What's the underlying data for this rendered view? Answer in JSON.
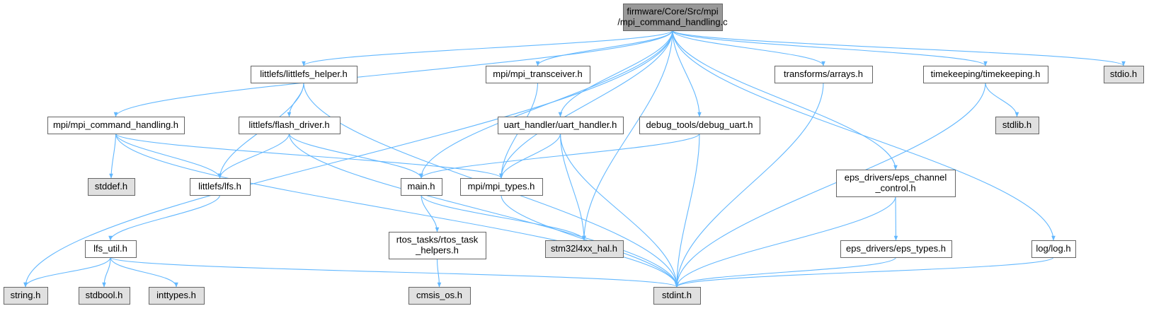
{
  "colors": {
    "root_fill": "#999999",
    "documented_fill": "#ffffff",
    "external_fill": "#e0e0e0",
    "edge": "#63b8ff",
    "border": "#666666"
  },
  "nodes": [
    {
      "id": "root",
      "lines": [
        "firmware/Core/Src/mpi",
        "/mpi_command_handling.c"
      ],
      "kind": "root"
    },
    {
      "id": "string",
      "lines": [
        "string.h"
      ],
      "kind": "external"
    },
    {
      "id": "mpi_cmd_h",
      "lines": [
        "mpi/mpi_command_handling.h"
      ],
      "kind": "documented"
    },
    {
      "id": "littlefs_helper",
      "lines": [
        "littlefs/littlefs_helper.h"
      ],
      "kind": "documented"
    },
    {
      "id": "main",
      "lines": [
        "main.h"
      ],
      "kind": "documented"
    },
    {
      "id": "mpi_types",
      "lines": [
        "mpi/mpi_types.h"
      ],
      "kind": "documented"
    },
    {
      "id": "mpi_transceiver",
      "lines": [
        "mpi/mpi_transceiver.h"
      ],
      "kind": "documented"
    },
    {
      "id": "uart_handler",
      "lines": [
        "uart_handler/uart_handler.h"
      ],
      "kind": "documented"
    },
    {
      "id": "debug_uart",
      "lines": [
        "debug_tools/debug_uart.h"
      ],
      "kind": "documented"
    },
    {
      "id": "stm32",
      "lines": [
        "stm32l4xx_hal.h"
      ],
      "kind": "external"
    },
    {
      "id": "arrays",
      "lines": [
        "transforms/arrays.h"
      ],
      "kind": "documented"
    },
    {
      "id": "eps_channel",
      "lines": [
        "eps_drivers/eps_channel",
        "_control.h"
      ],
      "kind": "documented"
    },
    {
      "id": "timekeeping",
      "lines": [
        "timekeeping/timekeeping.h"
      ],
      "kind": "documented"
    },
    {
      "id": "log",
      "lines": [
        "log/log.h"
      ],
      "kind": "documented"
    },
    {
      "id": "stdio",
      "lines": [
        "stdio.h"
      ],
      "kind": "external"
    },
    {
      "id": "stddef",
      "lines": [
        "stddef.h"
      ],
      "kind": "external"
    },
    {
      "id": "lfs",
      "lines": [
        "littlefs/lfs.h"
      ],
      "kind": "documented"
    },
    {
      "id": "stdint",
      "lines": [
        "stdint.h"
      ],
      "kind": "external"
    },
    {
      "id": "flash_driver",
      "lines": [
        "littlefs/flash_driver.h"
      ],
      "kind": "documented"
    },
    {
      "id": "lfs_util",
      "lines": [
        "lfs_util.h"
      ],
      "kind": "documented"
    },
    {
      "id": "stdbool",
      "lines": [
        "stdbool.h"
      ],
      "kind": "external"
    },
    {
      "id": "inttypes",
      "lines": [
        "inttypes.h"
      ],
      "kind": "external"
    },
    {
      "id": "rtos_helpers",
      "lines": [
        "rtos_tasks/rtos_task",
        "_helpers.h"
      ],
      "kind": "documented"
    },
    {
      "id": "cmsis_os",
      "lines": [
        "cmsis_os.h"
      ],
      "kind": "external"
    },
    {
      "id": "eps_types",
      "lines": [
        "eps_drivers/eps_types.h"
      ],
      "kind": "documented"
    },
    {
      "id": "stdlib",
      "lines": [
        "stdlib.h"
      ],
      "kind": "external"
    }
  ],
  "edges": [
    [
      "root",
      "string"
    ],
    [
      "root",
      "mpi_cmd_h"
    ],
    [
      "root",
      "littlefs_helper"
    ],
    [
      "root",
      "main"
    ],
    [
      "root",
      "mpi_types"
    ],
    [
      "root",
      "mpi_transceiver"
    ],
    [
      "root",
      "uart_handler"
    ],
    [
      "root",
      "debug_uart"
    ],
    [
      "root",
      "stm32"
    ],
    [
      "root",
      "arrays"
    ],
    [
      "root",
      "eps_channel"
    ],
    [
      "root",
      "timekeeping"
    ],
    [
      "root",
      "log"
    ],
    [
      "root",
      "stdio"
    ],
    [
      "mpi_cmd_h",
      "stddef"
    ],
    [
      "mpi_cmd_h",
      "lfs"
    ],
    [
      "mpi_cmd_h",
      "mpi_types"
    ],
    [
      "mpi_cmd_h",
      "stdint"
    ],
    [
      "littlefs_helper",
      "flash_driver"
    ],
    [
      "littlefs_helper",
      "lfs"
    ],
    [
      "littlefs_helper",
      "stdint"
    ],
    [
      "flash_driver",
      "lfs"
    ],
    [
      "flash_driver",
      "main"
    ],
    [
      "flash_driver",
      "stdint"
    ],
    [
      "lfs",
      "lfs_util"
    ],
    [
      "lfs_util",
      "string"
    ],
    [
      "lfs_util",
      "stdbool"
    ],
    [
      "lfs_util",
      "inttypes"
    ],
    [
      "lfs_util",
      "stdint"
    ],
    [
      "main",
      "rtos_helpers"
    ],
    [
      "main",
      "stm32"
    ],
    [
      "rtos_helpers",
      "cmsis_os"
    ],
    [
      "mpi_transceiver",
      "mpi_types"
    ],
    [
      "mpi_types",
      "stdint"
    ],
    [
      "uart_handler",
      "mpi_types"
    ],
    [
      "uart_handler",
      "stm32"
    ],
    [
      "uart_handler",
      "stdint"
    ],
    [
      "debug_uart",
      "main"
    ],
    [
      "debug_uart",
      "stdint"
    ],
    [
      "arrays",
      "stdint"
    ],
    [
      "eps_channel",
      "eps_types"
    ],
    [
      "eps_channel",
      "stdint"
    ],
    [
      "eps_types",
      "stdint"
    ],
    [
      "timekeeping",
      "stdlib"
    ],
    [
      "timekeeping",
      "stdint"
    ],
    [
      "log",
      "stdint"
    ]
  ]
}
